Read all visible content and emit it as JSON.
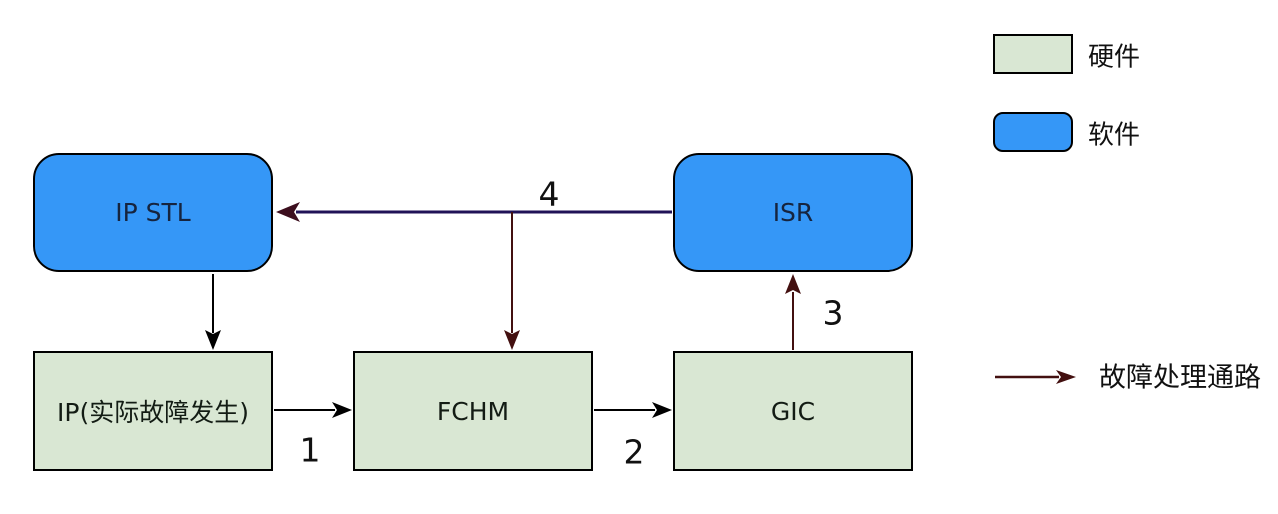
{
  "diagram": {
    "nodes": [
      {
        "id": "ip-stl",
        "label": "IP STL",
        "type": "software"
      },
      {
        "id": "isr",
        "label": "ISR",
        "type": "software"
      },
      {
        "id": "ip-hardware",
        "label": "IP(实际故障发生)",
        "type": "hardware"
      },
      {
        "id": "fchm",
        "label": "FCHM",
        "type": "hardware"
      },
      {
        "id": "gic",
        "label": "GIC",
        "type": "hardware"
      }
    ],
    "edges": [
      {
        "label": "1",
        "from": "IP(实际故障发生)",
        "to": "FCHM",
        "style": "black"
      },
      {
        "label": "2",
        "from": "FCHM",
        "to": "GIC",
        "style": "black"
      },
      {
        "label": "3",
        "from": "GIC",
        "to": "ISR",
        "style": "fault-path"
      },
      {
        "label": "4",
        "from": "ISR",
        "to": "IP STL",
        "style": "fault-path",
        "branch_to": "FCHM"
      },
      {
        "label": "",
        "from": "IP STL",
        "to": "IP(实际故障发生)",
        "style": "black"
      }
    ]
  },
  "legend": {
    "hardware_label": "硬件",
    "software_label": "软件",
    "fault_path_label": "故障处理通路"
  },
  "colors": {
    "hardware_fill": "#d9e7d3",
    "software_fill": "#3597f7",
    "fault_path": "#431010",
    "edge4_line": "#201257",
    "black_edge": "#000000"
  }
}
